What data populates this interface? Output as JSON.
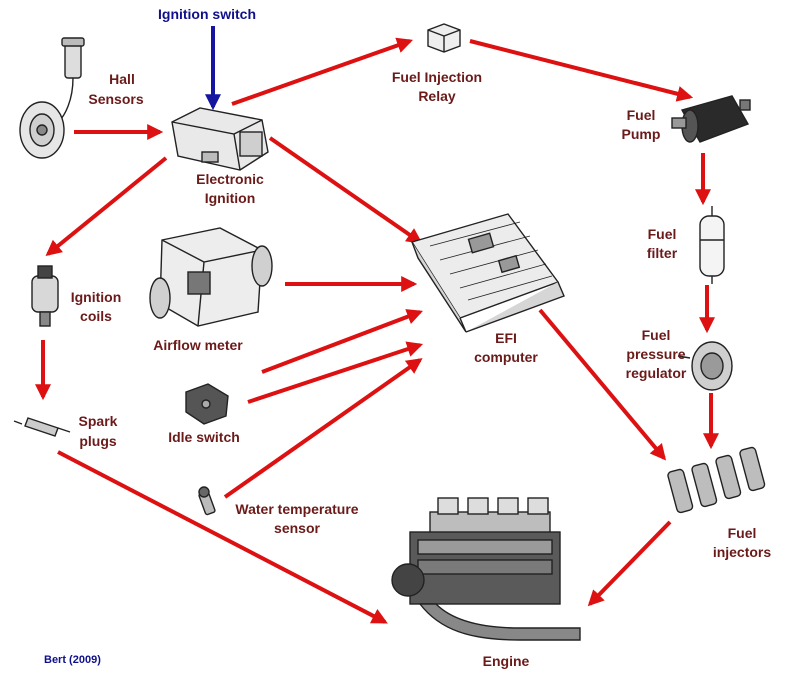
{
  "colors": {
    "arrow": "#dd1111",
    "ignition_arrow": "#1515a0",
    "label": "#6b1a1a",
    "ignition_label": "#10108c"
  },
  "labels": {
    "ignition_switch": "Ignition switch",
    "hall_1": "Hall",
    "hall_2": "Sensors",
    "relay_1": "Fuel Injection",
    "relay_2": "Relay",
    "pump_1": "Fuel",
    "pump_2": "Pump",
    "ign_1": "Electronic",
    "ign_2": "Ignition",
    "filter_1": "Fuel",
    "filter_2": "filter",
    "coils_1": "Ignition",
    "coils_2": "coils",
    "airflow": "Airflow meter",
    "efi_1": "EFI",
    "efi_2": "computer",
    "reg_1": "Fuel",
    "reg_2": "pressure",
    "reg_3": "regulator",
    "spark_1": "Spark",
    "spark_2": "plugs",
    "idle": "Idle switch",
    "water_1": "Water temperature",
    "water_2": "sensor",
    "inj_1": "Fuel",
    "inj_2": "injectors",
    "engine": "Engine",
    "credit": "Bert (2009)"
  }
}
